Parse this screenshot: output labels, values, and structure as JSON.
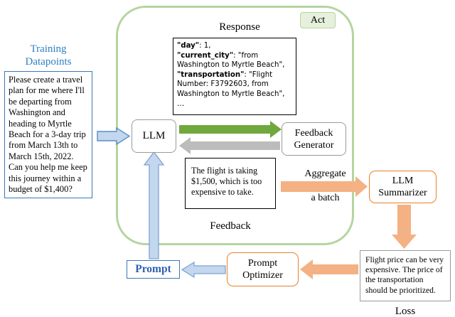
{
  "diagram": {
    "title": "LLM feedback-and-prompt-optimization loop",
    "colors": {
      "loop_green": "#b5d5a0",
      "act_badge_fill": "#e6f0dc",
      "blue_accent": "#3a78b5",
      "blue_text": "#2f7fc1",
      "prompt_text": "#2f5fb0",
      "arrow_green": "#6fa83c",
      "arrow_gray": "#b8b8b8",
      "arrow_blue_fill": "#bdd4ee",
      "arrow_blue_stroke": "#7fa5cf",
      "arrow_orange": "#f4b183",
      "box_gray_border": "#9a9a9a",
      "orange_border": "#e8802a"
    }
  },
  "act_badge": {
    "label": "Act"
  },
  "training": {
    "label_line1": "Training",
    "label_line2": "Datapoints",
    "datapoint_text": "Please create a travel plan for me where I'll be departing from Washington and heading to Myrtle Beach for a 3-day trip from March 13th to March 15th, 2022. Can you help me keep this journey within a budget of $1,400?"
  },
  "response": {
    "label": "Response",
    "lines": [
      {
        "key": "\"day\"",
        "rest": ": 1,"
      },
      {
        "key": "\"current_city\"",
        "rest": ": \"from Washington to Myrtle Beach\","
      },
      {
        "key": "\"transportation\"",
        "rest": ": \"Flight Number: F3792603, from Washington to Myrtle Beach\","
      },
      {
        "key": "",
        "rest": "…"
      }
    ]
  },
  "llm": {
    "label": "LLM"
  },
  "feedback_generator": {
    "line1": "Feedback",
    "line2": "Generator"
  },
  "feedback": {
    "label": "Feedback",
    "text": "The flight is taking $1,500, which is too expensive to take."
  },
  "aggregate": {
    "line1": "Aggregate",
    "line2": "a batch"
  },
  "llm_summarizer": {
    "line1": "LLM",
    "line2": "Summarizer"
  },
  "loss": {
    "label": "Loss",
    "text": "Flight price can be very expensive. The price of the transportation should be prioritized."
  },
  "prompt_optimizer": {
    "line1": "Prompt",
    "line2": "Optimizer"
  },
  "prompt": {
    "label": "Prompt"
  }
}
